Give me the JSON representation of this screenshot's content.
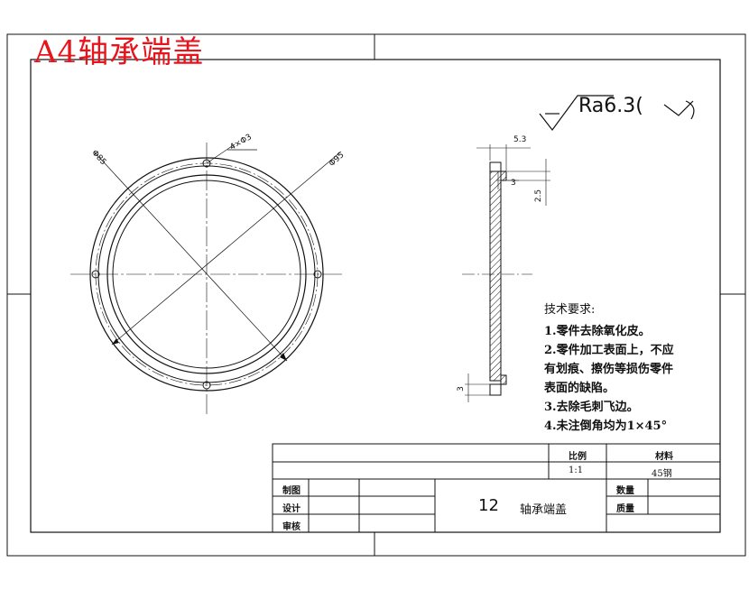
{
  "title": "A4轴承端盖",
  "roughness": "Ra6.3(",
  "dimensions": {
    "outer_dia": "Φ95",
    "pitch_dia": "Φ85",
    "holes": "4×Φ3",
    "width": "5.3",
    "step_h": "2.5",
    "step_top": "3",
    "step_bottom": "3"
  },
  "requirements": {
    "heading": "技术要求:",
    "items": [
      "1.零件去除氧化皮。",
      "2.零件加工表面上，不应",
      "有划痕、擦伤等损伤零件",
      "表面的缺陷。",
      "3.去除毛刺飞边。",
      "4.未注倒角均为1×45°"
    ]
  },
  "title_block": {
    "scale_label": "比例",
    "scale_value": "1:1",
    "material_label": "材料",
    "material_value": "45钢",
    "drawn_label": "制图",
    "design_label": "设计",
    "review_label": "审核",
    "part_number": "12",
    "part_name": "轴承端盖",
    "quantity_label": "数量",
    "weight_label": "质量"
  },
  "colors": {
    "title": "#e8141c",
    "line": "#111111"
  }
}
